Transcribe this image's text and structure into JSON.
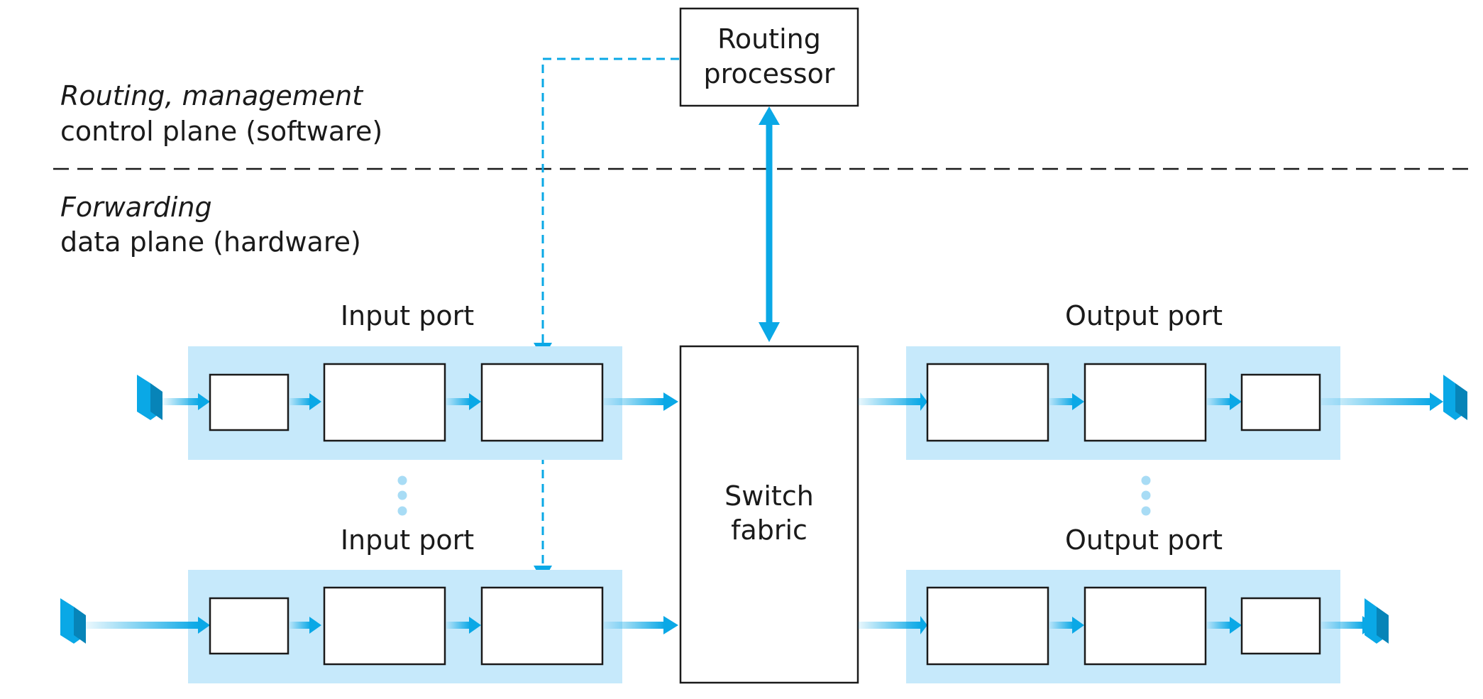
{
  "colors": {
    "accent": "#0aa8e6",
    "port_fill": "#c6e9fb",
    "dots": "#a8dcf5",
    "ink": "#1a1a1a"
  },
  "labels": {
    "routing_processor_line1": "Routing",
    "routing_processor_line2": "processor",
    "control_plane_line1": "Routing, management",
    "control_plane_line2": "control plane (software)",
    "data_plane_line1": "Forwarding",
    "data_plane_line2": "data plane (hardware)",
    "input_port_top": "Input port",
    "input_port_bottom": "Input port",
    "output_port_top": "Output port",
    "output_port_bottom": "Output port",
    "switch_fabric_line1": "Switch",
    "switch_fabric_line2": "fabric"
  }
}
